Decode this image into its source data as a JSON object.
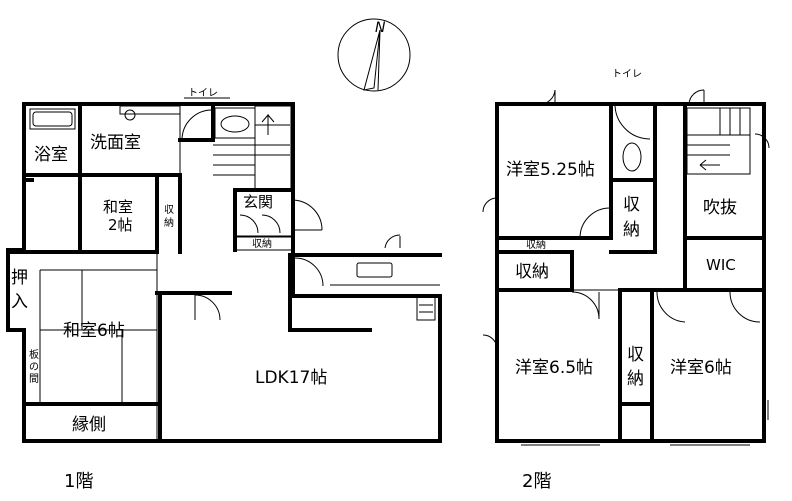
{
  "compass": {
    "label": "N"
  },
  "floor1": {
    "caption": "1階",
    "rooms": {
      "bath": "浴室",
      "washroom": "洗面室",
      "toilet": "トイレ",
      "entrance": "玄関",
      "entrance_storage": "収納",
      "washitsu2_line1": "和室",
      "washitsu2_line2": "2帖",
      "storage_small_1": "収",
      "storage_small_2": "納",
      "oshiire_1": "押",
      "oshiire_2": "入",
      "washitsu6": "和室6帖",
      "itanoma_1": "板",
      "itanoma_2": "の",
      "itanoma_3": "間",
      "engawa": "縁側",
      "ldk": "LDK17帖"
    }
  },
  "floor2": {
    "caption": "2階",
    "rooms": {
      "toilet": "トイレ",
      "youshitsu525": "洋室5.25帖",
      "storage_narrow": "収納",
      "storage_a": "収納",
      "storage_v1": "収",
      "storage_v2": "納",
      "fukinuke": "吹抜",
      "wic": "WIC",
      "youshitsu65": "洋室6.5帖",
      "storage_c1": "収",
      "storage_c2": "納",
      "youshitsu6": "洋室6帖"
    }
  }
}
